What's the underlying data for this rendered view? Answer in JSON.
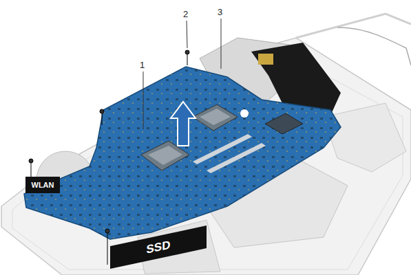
{
  "diagram": {
    "nodes": [
      {
        "text": [
          "WLAN"
        ]
      },
      {
        "text": [
          "SSD"
        ]
      }
    ],
    "labels": [
      "1",
      "2",
      "3"
    ]
  }
}
